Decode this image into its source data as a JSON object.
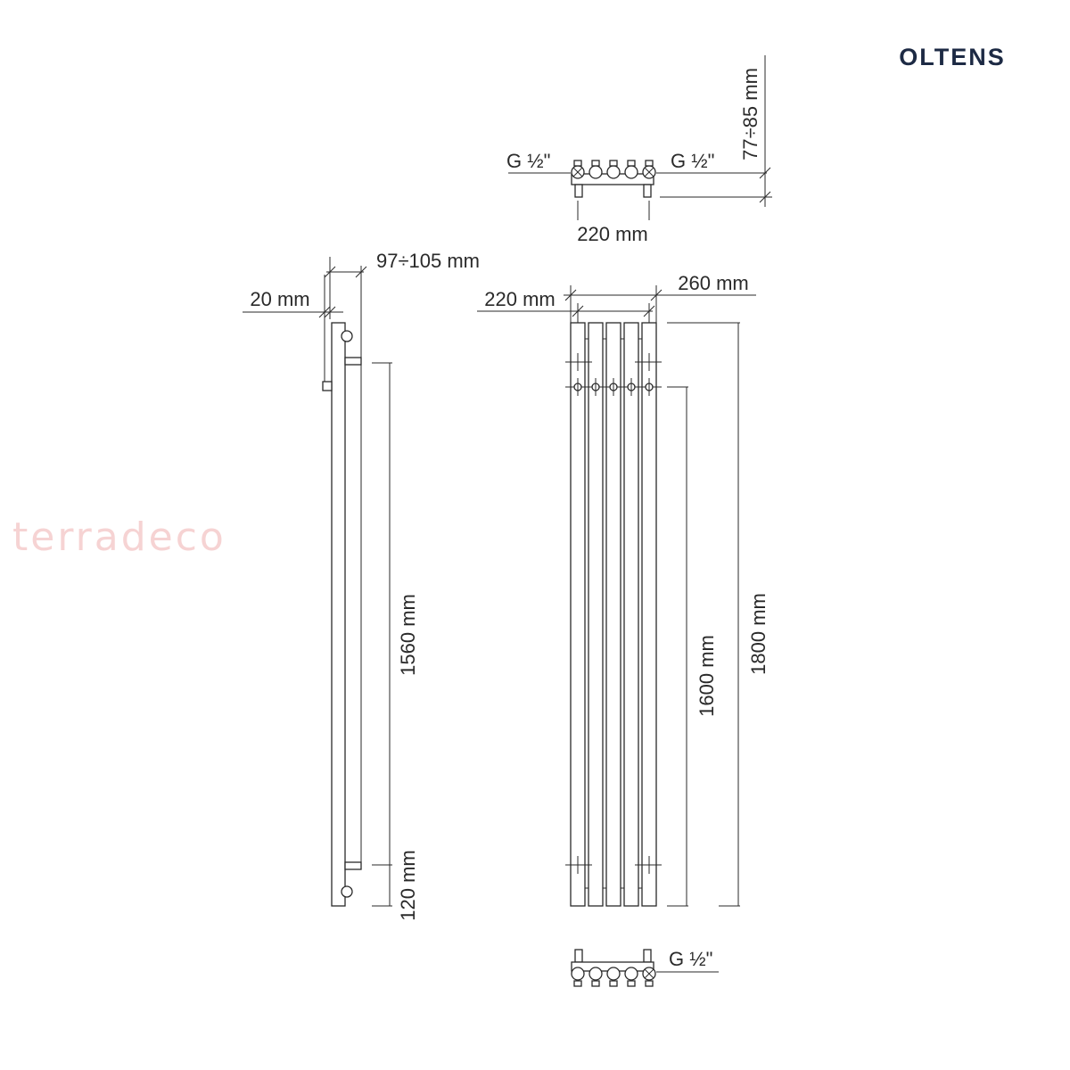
{
  "brand": "OLTENS",
  "watermark": "terradeco",
  "top_view": {
    "left_conn": "G ½\"",
    "right_conn": "G ½\"",
    "spacing": "220 mm",
    "wall_distance": "77÷85 mm"
  },
  "side_view": {
    "depth": "97÷105 mm",
    "wall_gap": "20 mm",
    "bracket_span": "1560 mm",
    "bottom_offset": "120 mm"
  },
  "front_view": {
    "connection_spacing": "220 mm",
    "width": "260 mm",
    "connection_height": "1600 mm",
    "height": "1800 mm"
  },
  "bottom_view": {
    "conn": "G ½\""
  }
}
